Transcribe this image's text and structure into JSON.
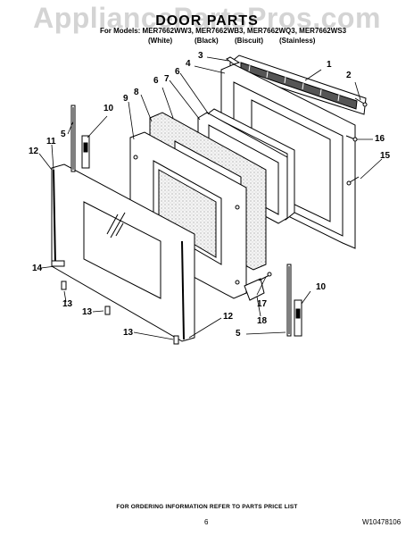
{
  "watermark": "AppliancePartsPros.com",
  "title": "DOOR PARTS",
  "models_line": "For Models: MER7662WW3, MER7662WB3, MER7662WQ3, MER7662WS3",
  "colors": [
    "(White)",
    "(Black)",
    "(Biscuit)",
    "(Stainless)"
  ],
  "callouts": [
    "1",
    "2",
    "3",
    "4",
    "5",
    "6",
    "7",
    "8",
    "9",
    "10",
    "11",
    "12",
    "13",
    "14",
    "15",
    "16",
    "17",
    "18"
  ],
  "callout_repeats": [
    "5",
    "10",
    "12",
    "13",
    "13"
  ],
  "footer": "FOR ORDERING INFORMATION REFER TO PARTS PRICE LIST",
  "page_number": "6",
  "document_number": "W10478106"
}
